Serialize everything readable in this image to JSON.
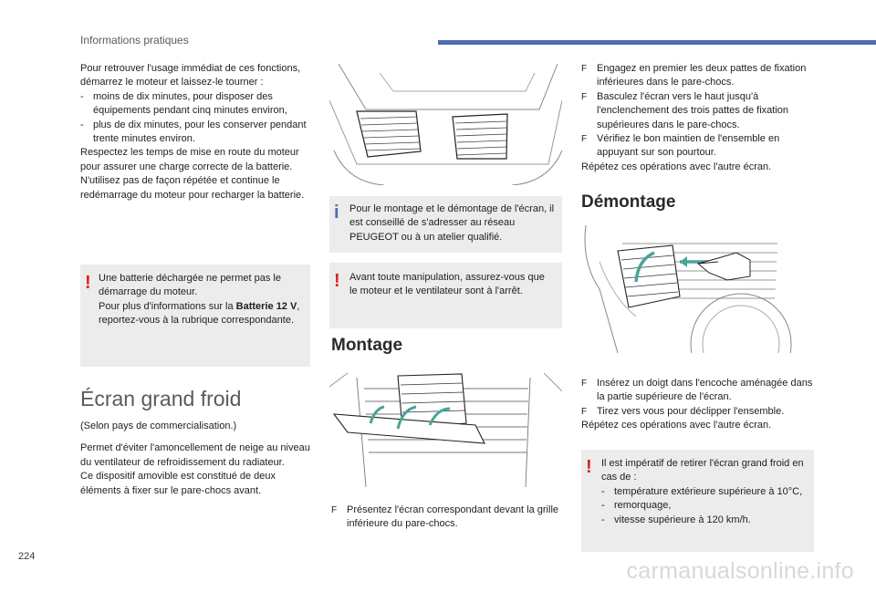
{
  "header": {
    "title": "Informations pratiques"
  },
  "page_number": "224",
  "col1": {
    "intro": "Pour retrouver l'usage immédiat de ces fonctions, démarrez le moteur et laissez-le tourner :",
    "bullets": [
      "moins de dix minutes, pour disposer des équipements pendant cinq minutes environ,",
      "plus de dix minutes, pour les conserver pendant trente minutes environ."
    ],
    "after": "Respectez les temps de mise en route du moteur pour assurer une charge correcte de la batterie.",
    "after2": "N'utilisez pas de façon répétée et continue le redémarrage du moteur pour recharger la batterie.",
    "warning": {
      "line1": "Une batterie déchargée ne permet pas le démarrage du moteur.",
      "line2_pre": "Pour plus d'informations sur la ",
      "line2_bold": "Batterie 12 V",
      "line2_post": ", reportez-vous à la rubrique correspondante."
    },
    "section_title": "Écran grand froid",
    "note": "(Selon pays de commercialisation.)",
    "desc1": "Permet d'éviter l'amoncellement de neige au niveau du ventilateur de refroidissement du radiateur.",
    "desc2": "Ce dispositif amovible est constitué de deux éléments à fixer sur le pare-chocs avant."
  },
  "col2": {
    "info_box": "Pour le montage et le démontage de l'écran, il est conseillé de s'adresser au réseau PEUGEOT ou à un atelier qualifié.",
    "warning_box": "Avant toute manipulation, assurez-vous que le moteur et le ventilateur sont à l'arrêt.",
    "montage_title": "Montage",
    "step1": "Présentez l'écran correspondant devant la grille inférieure du pare-chocs."
  },
  "col3": {
    "steps": [
      "Engagez en premier les deux pattes de fixation inférieures dans le pare-chocs.",
      "Basculez l'écran vers le haut jusqu'à l'enclenchement des trois pattes de fixation supérieures dans le pare-chocs.",
      "Vérifiez le bon maintien de l'ensemble en appuyant sur son pourtour."
    ],
    "repeat1": "Répétez ces opérations avec l'autre écran.",
    "demontage_title": "Démontage",
    "steps2": [
      "Insérez un doigt dans l'encoche aménagée dans la partie supérieure de l'écran.",
      "Tirez vers vous pour déclipper l'ensemble."
    ],
    "repeat2": "Répétez ces opérations avec l'autre écran.",
    "warning": {
      "intro": "Il est impératif de retirer l'écran grand froid en cas de :",
      "items": [
        "température extérieure supérieure à 10°C,",
        "remorquage,",
        "vitesse supérieure à 120 km/h."
      ]
    }
  },
  "icons": {
    "warning": "!",
    "info": "i",
    "step": "F",
    "dash": "-"
  },
  "colors": {
    "accent": "#4f6bb0",
    "warning": "#e02020",
    "box": "#ececec"
  },
  "watermark": "carmanualsonline.info"
}
